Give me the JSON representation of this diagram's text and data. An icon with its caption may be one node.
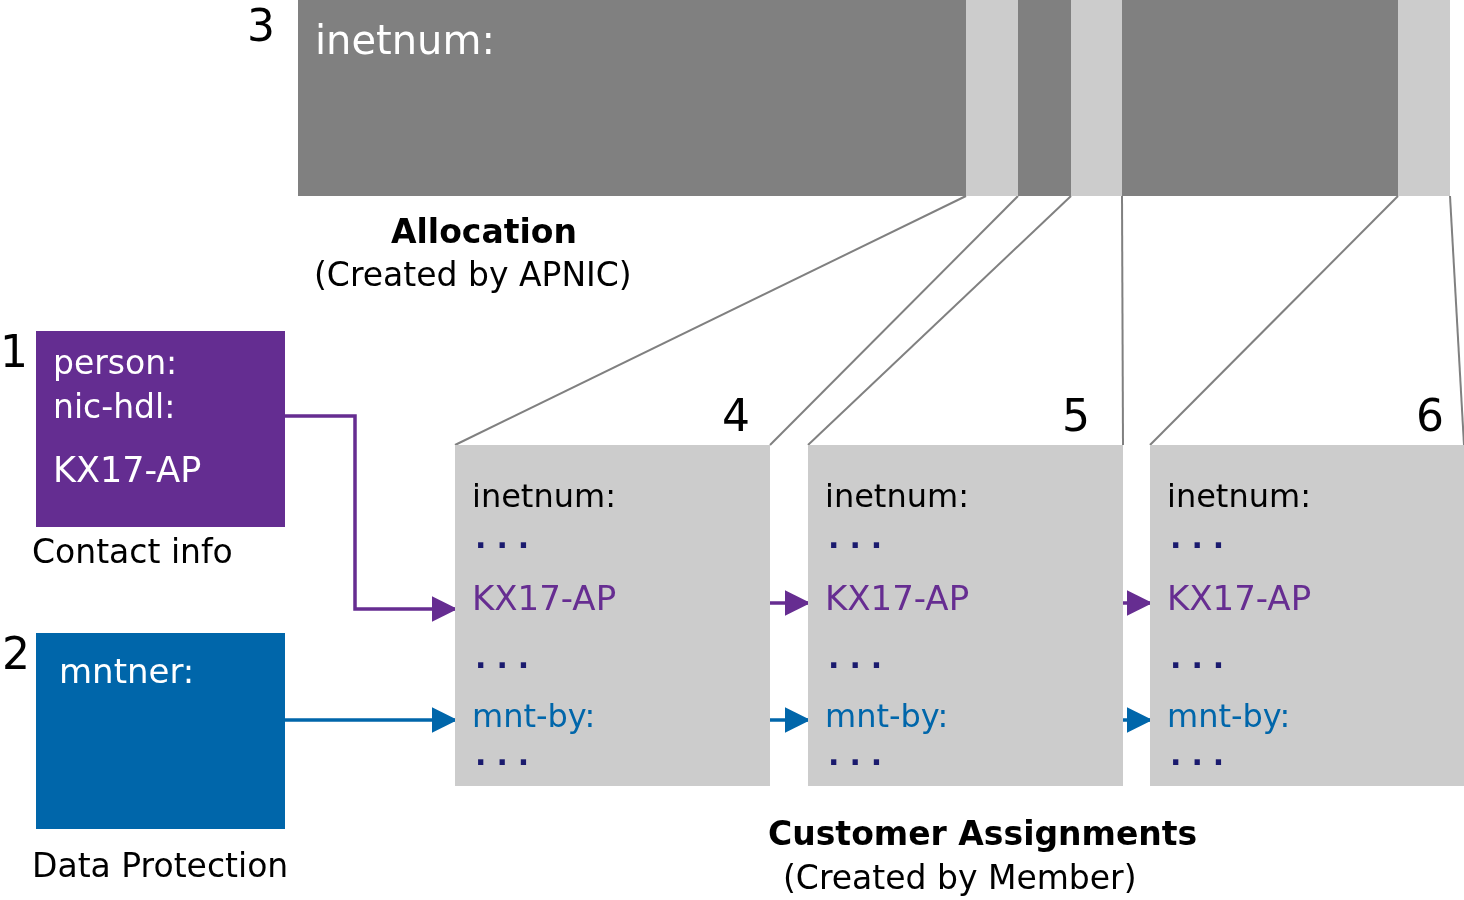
{
  "diagram": {
    "nodes": [
      {
        "text": [
          "person: nic-hdl:",
          "KX17-AP"
        ],
        "beside": [
          "1",
          "Contact info"
        ]
      },
      {
        "text": [
          "mntner:"
        ],
        "beside": [
          "2",
          "Data Protection"
        ]
      },
      {
        "text": [
          "inetnum:"
        ],
        "beside": [
          "3",
          "Allocation",
          "(Created by APNIC)"
        ]
      },
      {
        "text": [],
        "shape": "bar",
        "in": 2
      },
      {
        "text": [],
        "shape": "bar",
        "in": 2
      },
      {
        "text": [],
        "shape": "bar",
        "in": 2
      },
      {
        "text": [
          "inetnum:",
          "...",
          "KX17-AP",
          "...",
          "mnt-by:",
          "..."
        ],
        "beside": [
          "4"
        ]
      },
      {
        "text": [
          "inetnum:",
          "...",
          "KX17-AP",
          "...",
          "mnt-by:",
          "..."
        ],
        "beside": [
          "5"
        ]
      },
      {
        "text": [
          "inetnum:",
          "...",
          "KX17-AP",
          "...",
          "mnt-by:",
          "..."
        ],
        "beside": [
          "6"
        ]
      }
    ],
    "edges": [
      {
        "from": 0,
        "to": 6,
        "arrow": "to",
        "color": "#662d91"
      },
      {
        "from": 1,
        "to": 6,
        "arrow": "to",
        "color": "#0066aa"
      },
      {
        "from": 6,
        "to": 7,
        "arrow": "to",
        "color": "#662d91"
      },
      {
        "from": 6,
        "to": 7,
        "arrow": "to",
        "color": "#0066aa"
      },
      {
        "from": 7,
        "to": 8,
        "arrow": "to",
        "color": "#662d91"
      },
      {
        "from": 7,
        "to": 8,
        "arrow": "to",
        "color": "#0066aa"
      },
      {
        "from": 3,
        "to": 6,
        "arrow": "none"
      },
      {
        "from": 3,
        "to": 6,
        "arrow": "none"
      },
      {
        "from": 4,
        "to": 7,
        "arrow": "none"
      },
      {
        "from": 4,
        "to": 7,
        "arrow": "none"
      },
      {
        "from": 5,
        "to": 8,
        "arrow": "none"
      },
      {
        "from": 5,
        "to": 8,
        "arrow": "none"
      }
    ],
    "labels": [
      "Customer Assignments",
      "(Created by Member)"
    ]
  }
}
